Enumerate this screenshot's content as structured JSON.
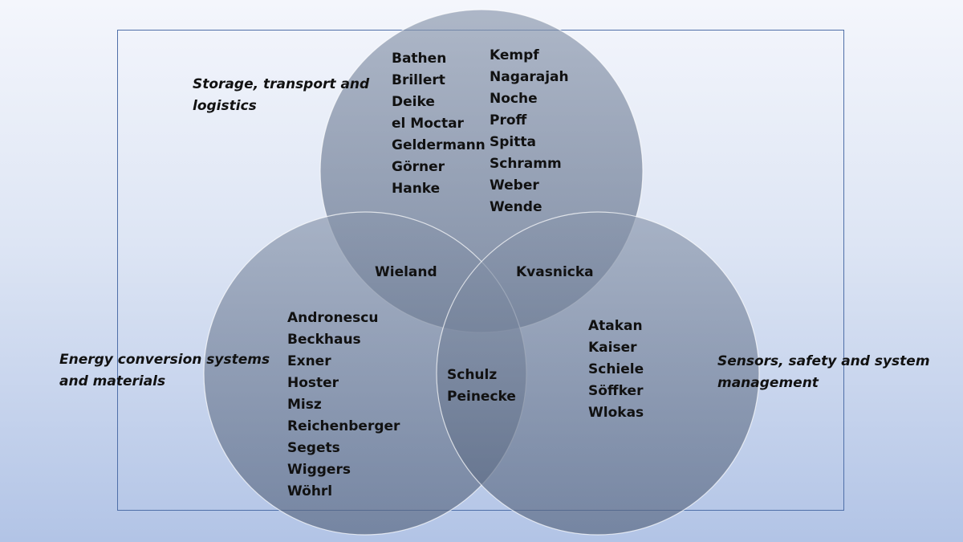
{
  "diagram": {
    "type": "venn",
    "sets": [
      {
        "id": "storage",
        "label_lines": [
          "Storage, transport and",
          "logistics"
        ]
      },
      {
        "id": "energy",
        "label_lines": [
          "Energy conversion systems",
          "and materials"
        ]
      },
      {
        "id": "sensors",
        "label_lines": [
          "Sensors, safety and system",
          "management"
        ]
      }
    ],
    "regions": {
      "storage_only_col1": [
        "Bathen",
        "Brillert",
        "Deike",
        "el Moctar",
        "Geldermann",
        "Görner",
        "Hanke"
      ],
      "storage_only_col2": [
        "Kempf",
        "Nagarajah",
        "Noche",
        "Proff",
        "Spitta",
        "Schramm",
        "Weber",
        "Wende"
      ],
      "energy_only": [
        "Andronescu",
        "Beckhaus",
        "Exner",
        "Hoster",
        "Misz",
        "Reichenberger",
        "Segets",
        "Wiggers",
        "Wöhrl"
      ],
      "sensors_only": [
        "Atakan",
        "Kaiser",
        "Schiele",
        "Söffker",
        "Wlokas"
      ],
      "storage_energy": [
        "Wieland"
      ],
      "storage_sensors": [
        "Kvasnicka"
      ],
      "energy_sensors": [
        "Schulz",
        "Peinecke"
      ],
      "all_three": []
    },
    "colors": {
      "circle_fill": "#6b7a96",
      "circle_stroke": "#ffffff",
      "frame": "#4f6fa8"
    }
  }
}
